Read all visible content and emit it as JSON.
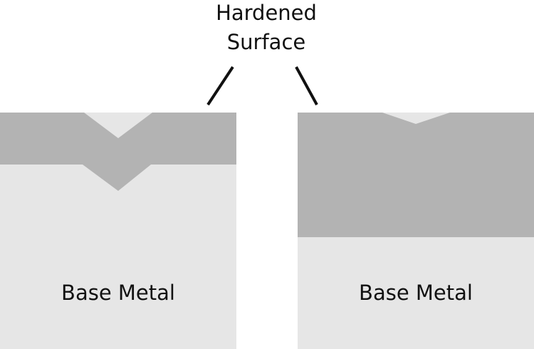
{
  "callout": {
    "line1": "Hardened",
    "line2": "Surface"
  },
  "left_sample": {
    "base_label": "Base Metal"
  },
  "right_sample": {
    "base_label": "Base Metal"
  },
  "colors": {
    "hardened_layer": "#b3b3b3",
    "base_metal": "#e6e6e6",
    "text": "#111111",
    "leader_line": "#111111",
    "background": "#ffffff"
  }
}
